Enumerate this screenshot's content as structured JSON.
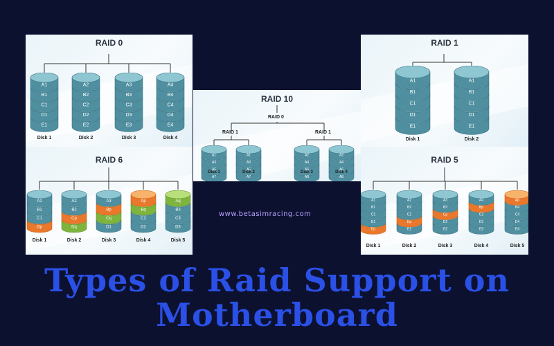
{
  "headline": {
    "line1": "Types of Raid Support on",
    "line2": "Motherboard"
  },
  "website": "www.betasimracing.com",
  "colors": {
    "teal": "#5a9bab",
    "orange": "#f0883a",
    "green": "#8ec44a",
    "background": "#0d1130",
    "headline": "#2a50e6"
  },
  "panels": [
    {
      "id": "raid0",
      "title": "RAID 0",
      "disks": [
        {
          "label": "Disk 1",
          "blocks": [
            "A1",
            "B1",
            "C1",
            "D1",
            "E1"
          ]
        },
        {
          "label": "Disk 2",
          "blocks": [
            "A2",
            "B2",
            "C2",
            "D2",
            "E2"
          ]
        },
        {
          "label": "Disk 3",
          "blocks": [
            "A3",
            "B3",
            "C3",
            "D3",
            "E3"
          ]
        },
        {
          "label": "Disk 4",
          "blocks": [
            "A4",
            "B4",
            "C4",
            "D4",
            "E4"
          ]
        }
      ]
    },
    {
      "id": "raid1",
      "title": "RAID 1",
      "disks": [
        {
          "label": "Disk 1",
          "blocks": [
            "A1",
            "B1",
            "C1",
            "D1",
            "E1"
          ]
        },
        {
          "label": "Disk 2",
          "blocks": [
            "A1",
            "B1",
            "C1",
            "D1",
            "E1"
          ]
        }
      ]
    },
    {
      "id": "raid10",
      "title": "RAID 10",
      "sub_top": "RAID 0",
      "sub_left": "RAID 1",
      "sub_right": "RAID 1",
      "disks": [
        {
          "label": "Disk 1",
          "blocks": [
            "A1",
            "A3",
            "A5",
            "A7"
          ]
        },
        {
          "label": "Disk 2",
          "blocks": [
            "A1",
            "A3",
            "A5",
            "A7"
          ]
        },
        {
          "label": "Disk 3",
          "blocks": [
            "A2",
            "A4",
            "A6",
            "A8"
          ]
        },
        {
          "label": "Disk 4",
          "blocks": [
            "A2",
            "A4",
            "A6",
            "A8"
          ]
        }
      ]
    },
    {
      "id": "raid6",
      "title": "RAID 6",
      "disks": [
        {
          "label": "Disk 1",
          "blocks": [
            "A1",
            "B1",
            "C1",
            "Dp"
          ],
          "colors": [
            "t",
            "t",
            "t",
            "o"
          ]
        },
        {
          "label": "Disk 2",
          "blocks": [
            "A2",
            "B2",
            "Cp",
            "Dq"
          ],
          "colors": [
            "t",
            "t",
            "o",
            "g"
          ]
        },
        {
          "label": "Disk 3",
          "blocks": [
            "A3",
            "Bp",
            "Cq",
            "D1"
          ],
          "colors": [
            "t",
            "o",
            "g",
            "t"
          ]
        },
        {
          "label": "Disk 4",
          "blocks": [
            "Ap",
            "Bq",
            "C2",
            "D2"
          ],
          "colors": [
            "o",
            "g",
            "t",
            "t"
          ]
        },
        {
          "label": "Disk 5",
          "blocks": [
            "Aq",
            "B3",
            "C3",
            "D3"
          ],
          "colors": [
            "g",
            "t",
            "t",
            "t"
          ]
        }
      ]
    },
    {
      "id": "raid5",
      "title": "RAID 5",
      "disks": [
        {
          "label": "Disk 1",
          "blocks": [
            "A1",
            "B1",
            "C1",
            "D1",
            "Ep"
          ],
          "colors": [
            "t",
            "t",
            "t",
            "t",
            "o"
          ]
        },
        {
          "label": "Disk 2",
          "blocks": [
            "A2",
            "B2",
            "C2",
            "Dp",
            "E1"
          ],
          "colors": [
            "t",
            "t",
            "t",
            "o",
            "t"
          ]
        },
        {
          "label": "Disk 3",
          "blocks": [
            "A3",
            "B3",
            "Cp",
            "D2",
            "E2"
          ],
          "colors": [
            "t",
            "t",
            "o",
            "t",
            "t"
          ]
        },
        {
          "label": "Disk 4",
          "blocks": [
            "A4",
            "Bp",
            "C3",
            "D3",
            "E3"
          ],
          "colors": [
            "t",
            "o",
            "t",
            "t",
            "t"
          ]
        },
        {
          "label": "Disk 5",
          "blocks": [
            "Ap",
            "B4",
            "C4",
            "D4",
            "E4"
          ],
          "colors": [
            "o",
            "t",
            "t",
            "t",
            "t"
          ]
        }
      ]
    }
  ]
}
